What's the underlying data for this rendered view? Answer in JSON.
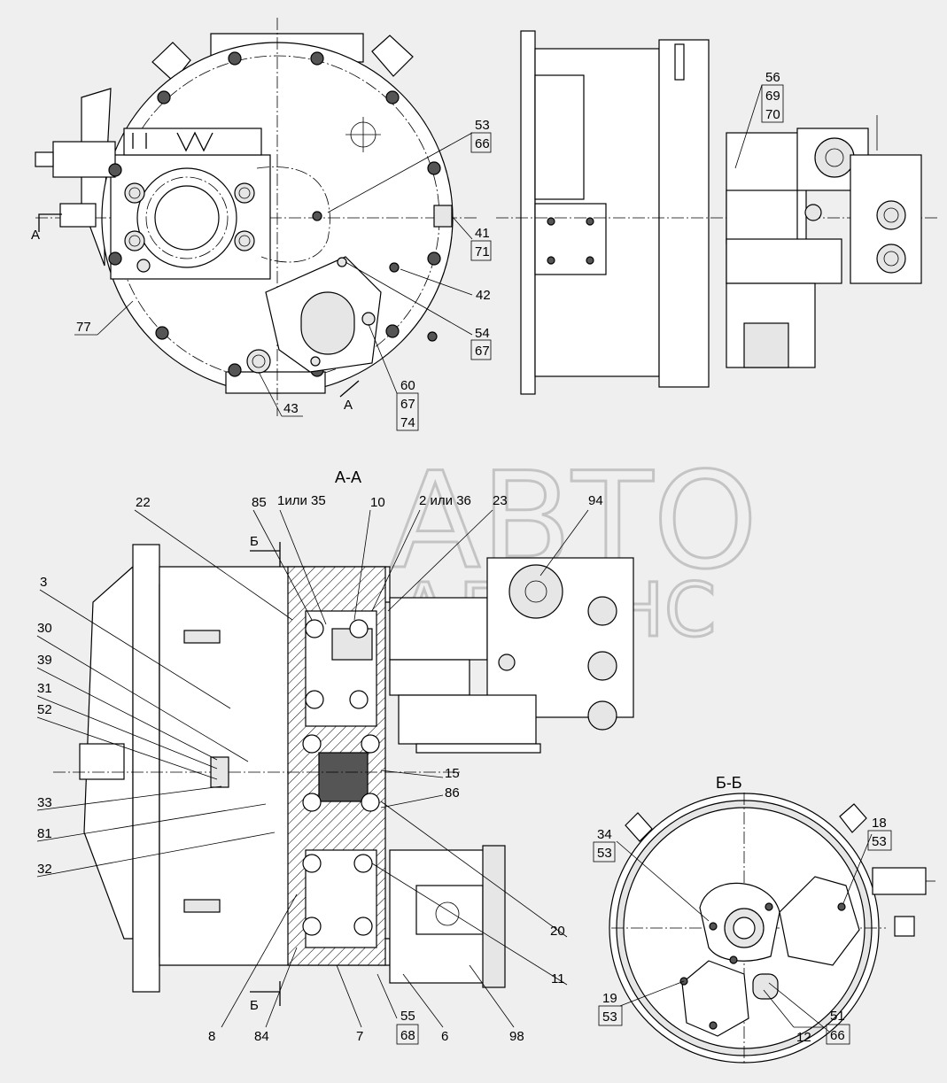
{
  "watermark": {
    "line1": "АВТО",
    "line2": "АЛЬЯНС"
  },
  "section_titles": {
    "aa": "А-А",
    "bb": "Б-Б"
  },
  "section_markers": {
    "a_top": "А",
    "a_bottom": "А",
    "b_top": "Б",
    "b_bottom": "Б"
  },
  "callouts": {
    "c53_66": [
      "53",
      "66"
    ],
    "c41_71": [
      "41",
      "71"
    ],
    "c42": "42",
    "c54_67": [
      "54",
      "67"
    ],
    "c77": "77",
    "c43": "43",
    "c60_67_74": [
      "60",
      "67",
      "74"
    ],
    "c56_69_70": [
      "56",
      "69",
      "70"
    ],
    "c22": "22",
    "c85": "85",
    "c1or35": "1или 35",
    "c10": "10",
    "c2or36": "2 или 36",
    "c23": "23",
    "c94": "94",
    "c3": "3",
    "c30": "30",
    "c39": "39",
    "c31": "31",
    "c52": "52",
    "c33": "33",
    "c81": "81",
    "c32": "32",
    "c15": "15",
    "c86": "86",
    "c20": "20",
    "c11": "11",
    "c8": "8",
    "c84": "84",
    "c7": "7",
    "c55_68": [
      "55",
      "68"
    ],
    "c6": "6",
    "c98": "98",
    "c34_53": [
      "34",
      "53"
    ],
    "c18_53": [
      "18",
      "53"
    ],
    "c19_53": [
      "19",
      "53"
    ],
    "c12": "12",
    "c51_66": [
      "51",
      "66"
    ]
  }
}
